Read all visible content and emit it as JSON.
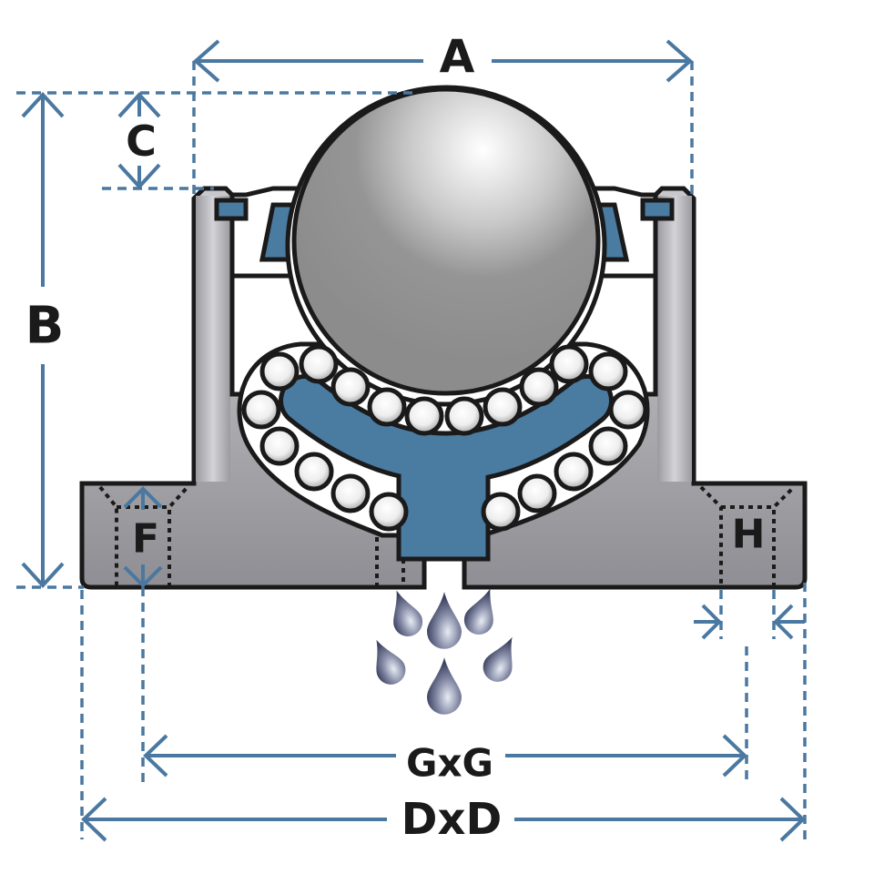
{
  "title": "Ball transfer unit dimension diagram",
  "colors": {
    "dimension": "#4a78a0",
    "blue_part": "#4a7ba0",
    "housing": "#b4b4b8",
    "outline": "#1a1a1a"
  },
  "labels": {
    "A": "A",
    "B": "B",
    "C": "C",
    "D": "DxD",
    "F": "F",
    "G": "GxG",
    "H": "H"
  }
}
